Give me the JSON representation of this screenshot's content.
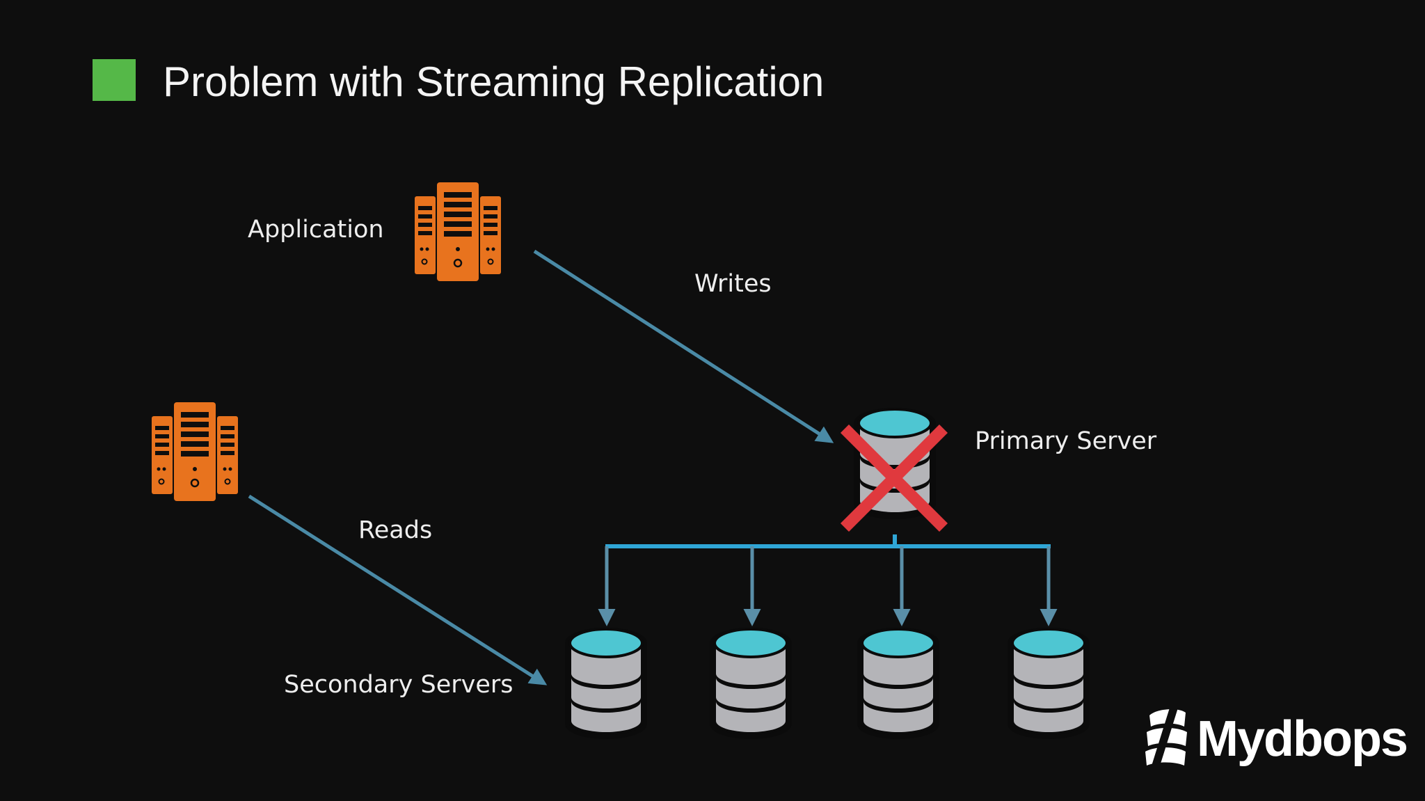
{
  "slide": {
    "title": "Problem with Streaming Replication",
    "accent_color": "#55b848"
  },
  "labels": {
    "application": "Application",
    "writes": "Writes",
    "primary_server": "Primary Server",
    "reads": "Reads",
    "secondary_servers": "Secondary Servers"
  },
  "nodes": {
    "application_server_icon": "server-rack-icon",
    "read_client_icon": "server-rack-icon",
    "primary_server_icon": "database-icon",
    "primary_status_icon": "red-x-failed-icon",
    "secondary_server_icon": "database-icon",
    "secondary_count": 4
  },
  "colors": {
    "server_orange": "#e8731e",
    "arrow_blue": "#4a8aa6",
    "bus_blue": "#2fa6d6",
    "db_top": "#4ec6d2",
    "db_body": "#b4b4b8",
    "fail_red": "#e0393e"
  },
  "brand": {
    "name": "Mydbops",
    "logo_icon": "mydbops-logo-icon"
  }
}
